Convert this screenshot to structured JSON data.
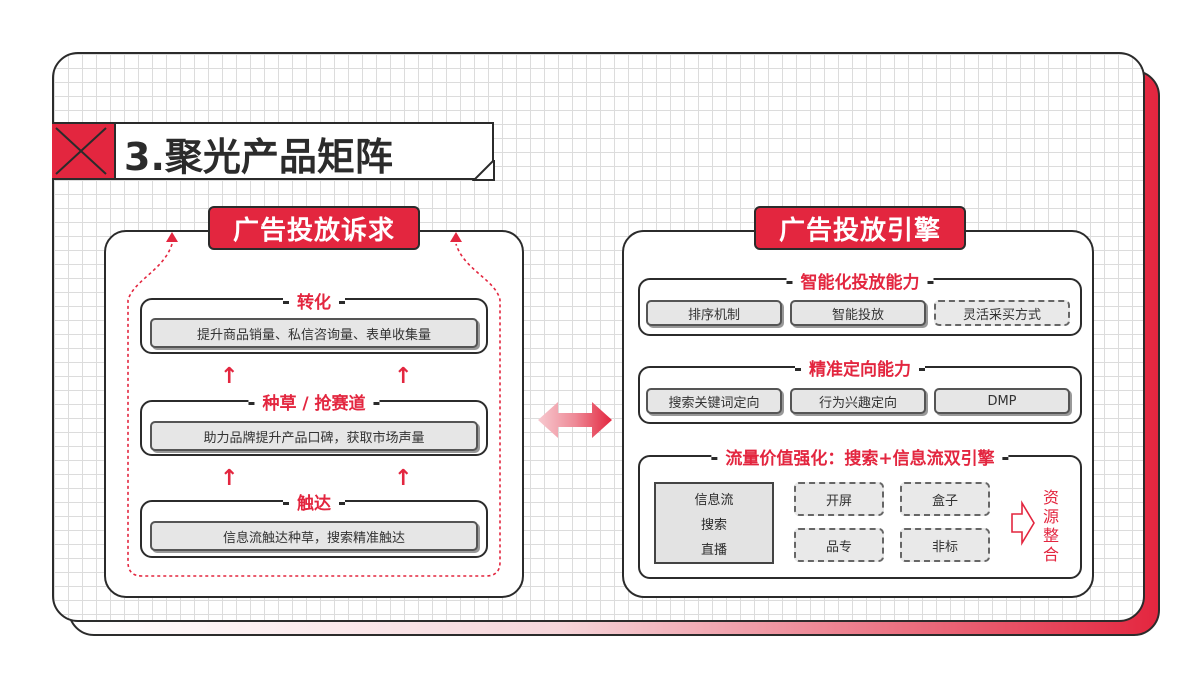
{
  "title": "3.聚光产品矩阵",
  "left_panel": {
    "tag": "广告投放诉求",
    "groups": [
      {
        "title": "转化",
        "bar": "提升商品销量、私信咨询量、表单收集量"
      },
      {
        "title": "种草 / 抢赛道",
        "bar": "助力品牌提升产品口碑，获取市场声量"
      },
      {
        "title": "触达",
        "bar": "信息流触达种草，搜索精准触达"
      }
    ],
    "arrow_glyph": "↑"
  },
  "right_panel": {
    "tag": "广告投放引擎",
    "intelligent": {
      "title": "智能化投放能力",
      "items": [
        "排序机制",
        "智能投放",
        "灵活采买方式"
      ]
    },
    "precise": {
      "title": "精准定向能力",
      "items": [
        "搜索关键词定向",
        "行为兴趣定向",
        "DMP"
      ]
    },
    "traffic": {
      "title": "流量价值强化：搜索+信息流双引擎",
      "stack": [
        "信息流",
        "搜索",
        "直播"
      ],
      "grid": [
        "开屏",
        "盒子",
        "品专",
        "非标"
      ],
      "integration": "资源整合"
    }
  },
  "colors": {
    "accent": "#e3263f",
    "border": "#2b2b2b",
    "bar_fill": "#e6e6e6"
  }
}
